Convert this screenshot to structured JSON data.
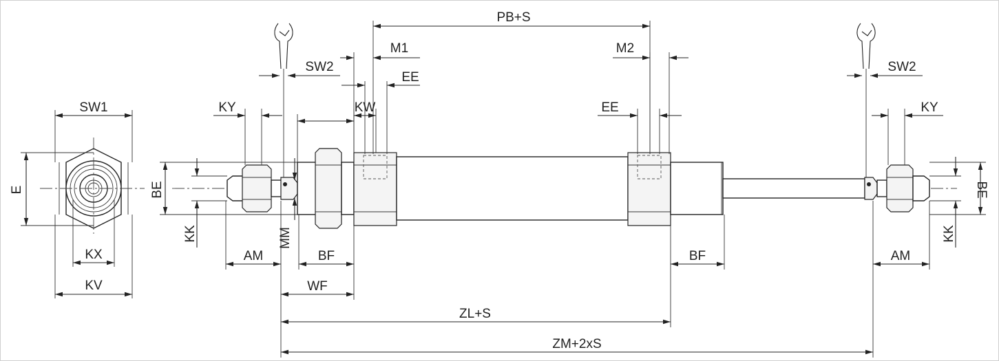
{
  "labels": {
    "SW1": "SW1",
    "E": "E",
    "KX": "KX",
    "KV": "KV",
    "BE_left": "BE",
    "KK_left": "KK",
    "KY_left": "KY",
    "SW2_left": "SW2",
    "MM": "MM",
    "AM_left": "AM",
    "BF_left": "BF",
    "WF": "WF",
    "M1": "M1",
    "EE_top": "EE",
    "KW": "KW",
    "PB_S": "PB+S",
    "M2": "M2",
    "EE_right": "EE",
    "BF_right": "BF",
    "ZL_S": "ZL+S",
    "ZM_2xS": "ZM+2xS",
    "SW2_right": "SW2",
    "KY_right": "KY",
    "BE_right": "BE",
    "KK_right": "KK",
    "AM_right": "AM"
  }
}
